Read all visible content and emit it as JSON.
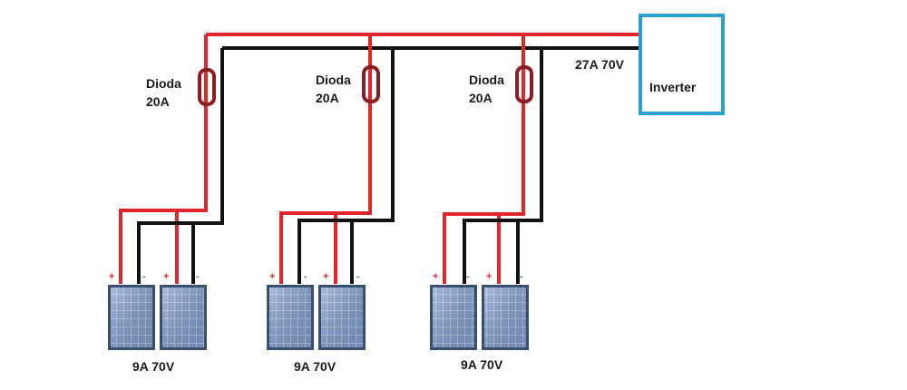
{
  "diode_groups": [
    {
      "name": "Dioda",
      "rating": "20A"
    },
    {
      "name": "Dioda",
      "rating": "20A"
    },
    {
      "name": "Dioda",
      "rating": "20A"
    }
  ],
  "panel_groups": [
    {
      "spec": "9A 70V"
    },
    {
      "spec": "9A 70V"
    },
    {
      "spec": "9A 70V"
    }
  ],
  "polarity": {
    "plus": "+",
    "minus": "-"
  },
  "main_bus": {
    "spec": "27A 70V"
  },
  "inverter": {
    "label": "Inverter"
  },
  "colors": {
    "positive_wire": "#e0262b",
    "negative_wire": "#111111",
    "diode": "#8a1e22",
    "inverter_border": "#2a9fd6",
    "panel_fill": "#6f8fc0",
    "panel_frame": "#3a4e6e",
    "plus_sign": "#e0262b",
    "minus_sign": "#2e8b3a"
  }
}
